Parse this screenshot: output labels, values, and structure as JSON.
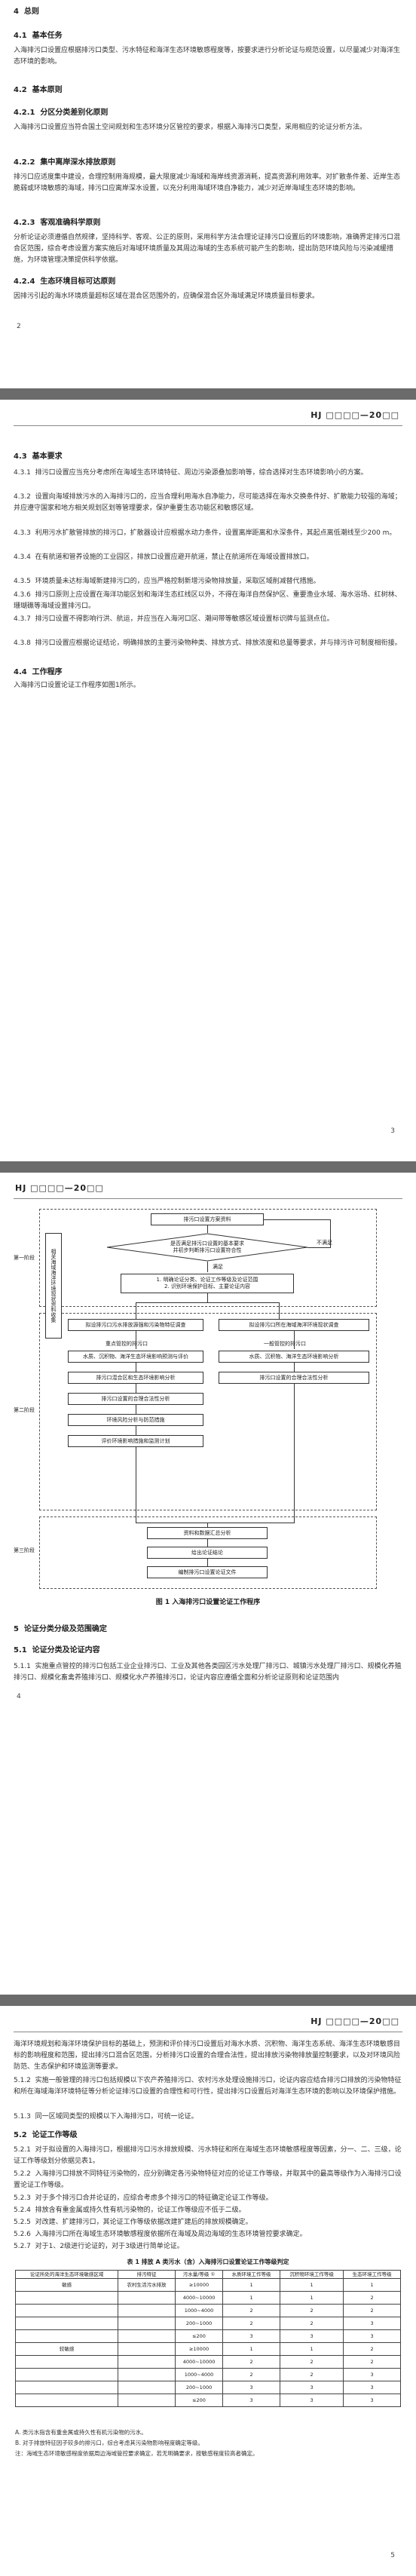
{
  "page1": {
    "sec4": "4  总则",
    "sec41": "4.1  基本任务",
    "sec41_text": "入海排污口设置应根据排污口类型、污水特征和海洋生态环境敏感程度等，按要求进行分析论证与规范设置，以尽量减少对海洋生态环境的影响。",
    "sec42": "4.2  基本原则",
    "sec421": "4.2.1  分区分类差别化原则",
    "sec421_text": "入海排污口设置应当符合国土空间规划和生态环境分区管控的要求，根据入海排污口类型，采用相应的论证分析方法。",
    "sec422": "4.2.2  集中离岸深水排放原则",
    "sec422_text": "排污口应适度集中建设，合理控制用海规模，最大限度减少海域和海岸线资源消耗，提高资源利用效率。对扩散条件差、近岸生态脆弱或环境敏感的海域，排污口应离岸深水设置，以充分利用海域环境自净能力，减少对近岸海域生态环境的影响。",
    "sec423": "4.2.3  客观准确科学原则",
    "sec423_text": "分析论证必须遵循自然规律，坚持科学、客观、公正的原则，采用科学方法合理论证排污口设置后的环境影响，准确界定排污口混合区范围，综合考虑设置方案实施后对海域环境质量及其周边海域的生态系统可能产生的影响，提出防范环境风险与污染减缓措施，为环境管理决策提供科学依据。",
    "sec424": "4.2.4  生态环境目标可达原则",
    "sec424_text": "因排污引起的海水环境质量超标区域在混合区范围外的，应确保混合区外海域满足环境质量目标要求。",
    "page_num": "2"
  },
  "page2": {
    "header": "HJ □□□□—20□□",
    "sec43": "4.3  基本要求",
    "items": [
      "4.3.1  排污口设置应当充分考虑所在海域生态环境特征、周边污染源叠加影响等，综合选择对生态环境影响小的方案。",
      "4.3.2  设置向海域排放污水的入海排污口的，应当合理利用海水自净能力，尽可能选择在海水交换条件好、扩散能力较强的海域；并应遵守国家和地方相关规划区划等管理要求，保护重要生态功能区和敏感区域。",
      "4.3.3  利用污水扩散管排放的排污口，扩散器设计应根据水动力条件，设置离岸距离和水深条件，其起点离低潮线至少200 m。",
      "4.3.4  在有航道和管养设施的工业园区，排放口设置应避开航道，禁止在航道所在海域设置排放口。",
      "4.3.5  环境质量未达标海域新建排污口的，应当严格控制新增污染物排放量，采取区域削减替代措施。",
      "4.3.6  排污口原则上应设置在海洋功能区划和海洋生态红线区以外，不得在海洋自然保护区、重要渔业水域、海水浴场、红树林、珊瑚礁等海域设置排污口。",
      "4.3.7  排污口设置不得影响行洪、航运，并应当在入海河口区、潮间带等敏感区域设置标识牌与监测点位。",
      "4.3.8  排污口设置应根据论证结论，明确排放的主要污染物种类、排放方式、排放浓度和总量等要求，并与排污许可制度相衔接。"
    ],
    "sec44": "4.4  工作程序",
    "sec44_text": "入海排污口设置论证工作程序如图1所示。",
    "page_num": "3"
  },
  "page3": {
    "header": "HJ □□□□—20□□",
    "stages": [
      "第一阶段",
      "第二阶段",
      "第三阶段"
    ],
    "side_box": "相关海域海洋环境现状资料收集",
    "fc": {
      "b1": "排污口设置方案资料",
      "d1": "是否满足排污口设置的基本要求\n并初步判断排污口设置符合性",
      "no": "不满足",
      "yes": "满足",
      "b2": "1. 明确论证分类、论证工作等级及论证范围\n2. 识别环境保护目标、主要论证内容",
      "b3": "拟设排污口污水排放源强和污染物特征调查",
      "b4": "拟设排污口所在海域海洋环境现状调查",
      "key": "重点管控的排污口",
      "gen": "一般管控的排污口",
      "b5": "水质、沉积物、海洋生态环境影响预测与评价",
      "b6": "水质、沉积物、海洋生态环境影响分析",
      "b7": "排污口混合区和生态环境影响分析",
      "b8": "排污口设置的合理合法性分析",
      "b9": "排污口设置的合理合法性分析",
      "b10": "环境风险分析与防范措施",
      "b11": "评价环境影响措施和监测计划",
      "b12": "资料和数据汇总分析",
      "b13": "给出论证结论",
      "b14": "编制排污口设置论证文件"
    },
    "fig_caption": "图 1  入海排污口设置论证工作程序",
    "sec5": "5  论证分类分级及范围确定",
    "sec51": "5.1  论证分类及论证内容",
    "sec511_text": "5.1.1  实施重点管控的排污口包括工业企业排污口、工业及其他各类园区污水处理厂排污口、城镇污水处理厂排污口、规模化养殖排污口、规模化畜禽养殖排污口、规模化水产养殖排污口，论证内容应遵循全面和分析论证原则和论证范围内",
    "page_num": "4"
  },
  "page4": {
    "header": "HJ □□□□—20□□",
    "paras": [
      "海洋环境规划和海洋环境保护目标的基础上，预测和评价排污口设置后对海水水质、沉积物、海洋生态系统、海洋生态环境敏感目标的影响程度和范围，提出排污口混合区范围，分析排污口设置的合理合法性，提出排放污染物排放量控制要求，以及对环境风险防范、生态保护和环境监测等要求。",
      "5.1.2  实施一般管理的排污口包括规模以下农产养殖排污口、农村污水处理设施排污口，论证内容应结合排污口排放的污染物特征和所在海域海洋环境特征等分析论证排污口设置的合理性和可行性，提出排污口设置后对海洋生态环境的影响以及环境保护措施。",
      "5.1.3  同一区域同类型的规模以下入海排污口，可统一论证。"
    ],
    "sec52": "5.2  论证工作等级",
    "paras2": [
      "5.2.1  对于拟设置的入海排污口，根据排污口污水排放规模、污水特征和所在海域生态环境敏感程度等因素，分一、二、三级，论证工作等级划分依据见表1。",
      "5.2.2  入海排污口排放不同特征污染物的，应分别确定各污染物特征对应的论证工作等级，并取其中的最高等级作为入海排污口设置论证工作等级。",
      "5.2.3  对于多个排污口合并论证的，应综合考虑多个排污口的特征确定论证工作等级。",
      "5.2.4  排放含有重金属或持久性有机污染物的，论证工作等级应不低于二级。",
      "5.2.5  对改建、扩建排污口，其论证工作等级依据改建扩建后的排放规模确定。",
      "5.2.6  入海排污口所在海域生态环境敏感程度依据所在海域及周边海域的生态环境管控要求确定。",
      "5.2.7  对于1、2级进行论证的，对于3级进行简单论证。"
    ],
    "table_title": "表 1  排放 A 类污水（含）入海排污口设置论证工作等级判定",
    "table_head": [
      "论证所处的海洋生态环境敏感区域",
      "排污特征",
      "污水量/等级 ①",
      "水质环境工作等级",
      "沉积物环境工作等级",
      "生态环境工作等级"
    ],
    "table_rows": [
      [
        "敏感",
        "农村生活污水排放",
        "≥10000",
        "1",
        "1",
        "1"
      ],
      [
        "",
        "",
        "4000~10000",
        "1",
        "1",
        "2"
      ],
      [
        "",
        "",
        "1000~4000",
        "2",
        "2",
        "2"
      ],
      [
        "",
        "",
        "200~1000",
        "2",
        "2",
        "3"
      ],
      [
        "",
        "",
        "≤200",
        "3",
        "3",
        "3"
      ],
      [
        "较敏感",
        "",
        "≥10000",
        "1",
        "1",
        "2"
      ],
      [
        "",
        "",
        "4000~10000",
        "2",
        "2",
        "2"
      ],
      [
        "",
        "",
        "1000~4000",
        "2",
        "2",
        "3"
      ],
      [
        "",
        "",
        "200~1000",
        "3",
        "3",
        "3"
      ],
      [
        "",
        "",
        "≤200",
        "3",
        "3",
        "3"
      ]
    ],
    "notes": [
      "A. 类污水指含有重金属或持久性有机污染物的污水。",
      "B. 对于排放特征因子较多的排污口，综合考虑其污染物影响程度确定等级。",
      "注：海域生态环境敏感程度依据周边海域管控要求确定，若无明确要求，按敏感程度较高者确定。"
    ],
    "page_num": "5"
  }
}
